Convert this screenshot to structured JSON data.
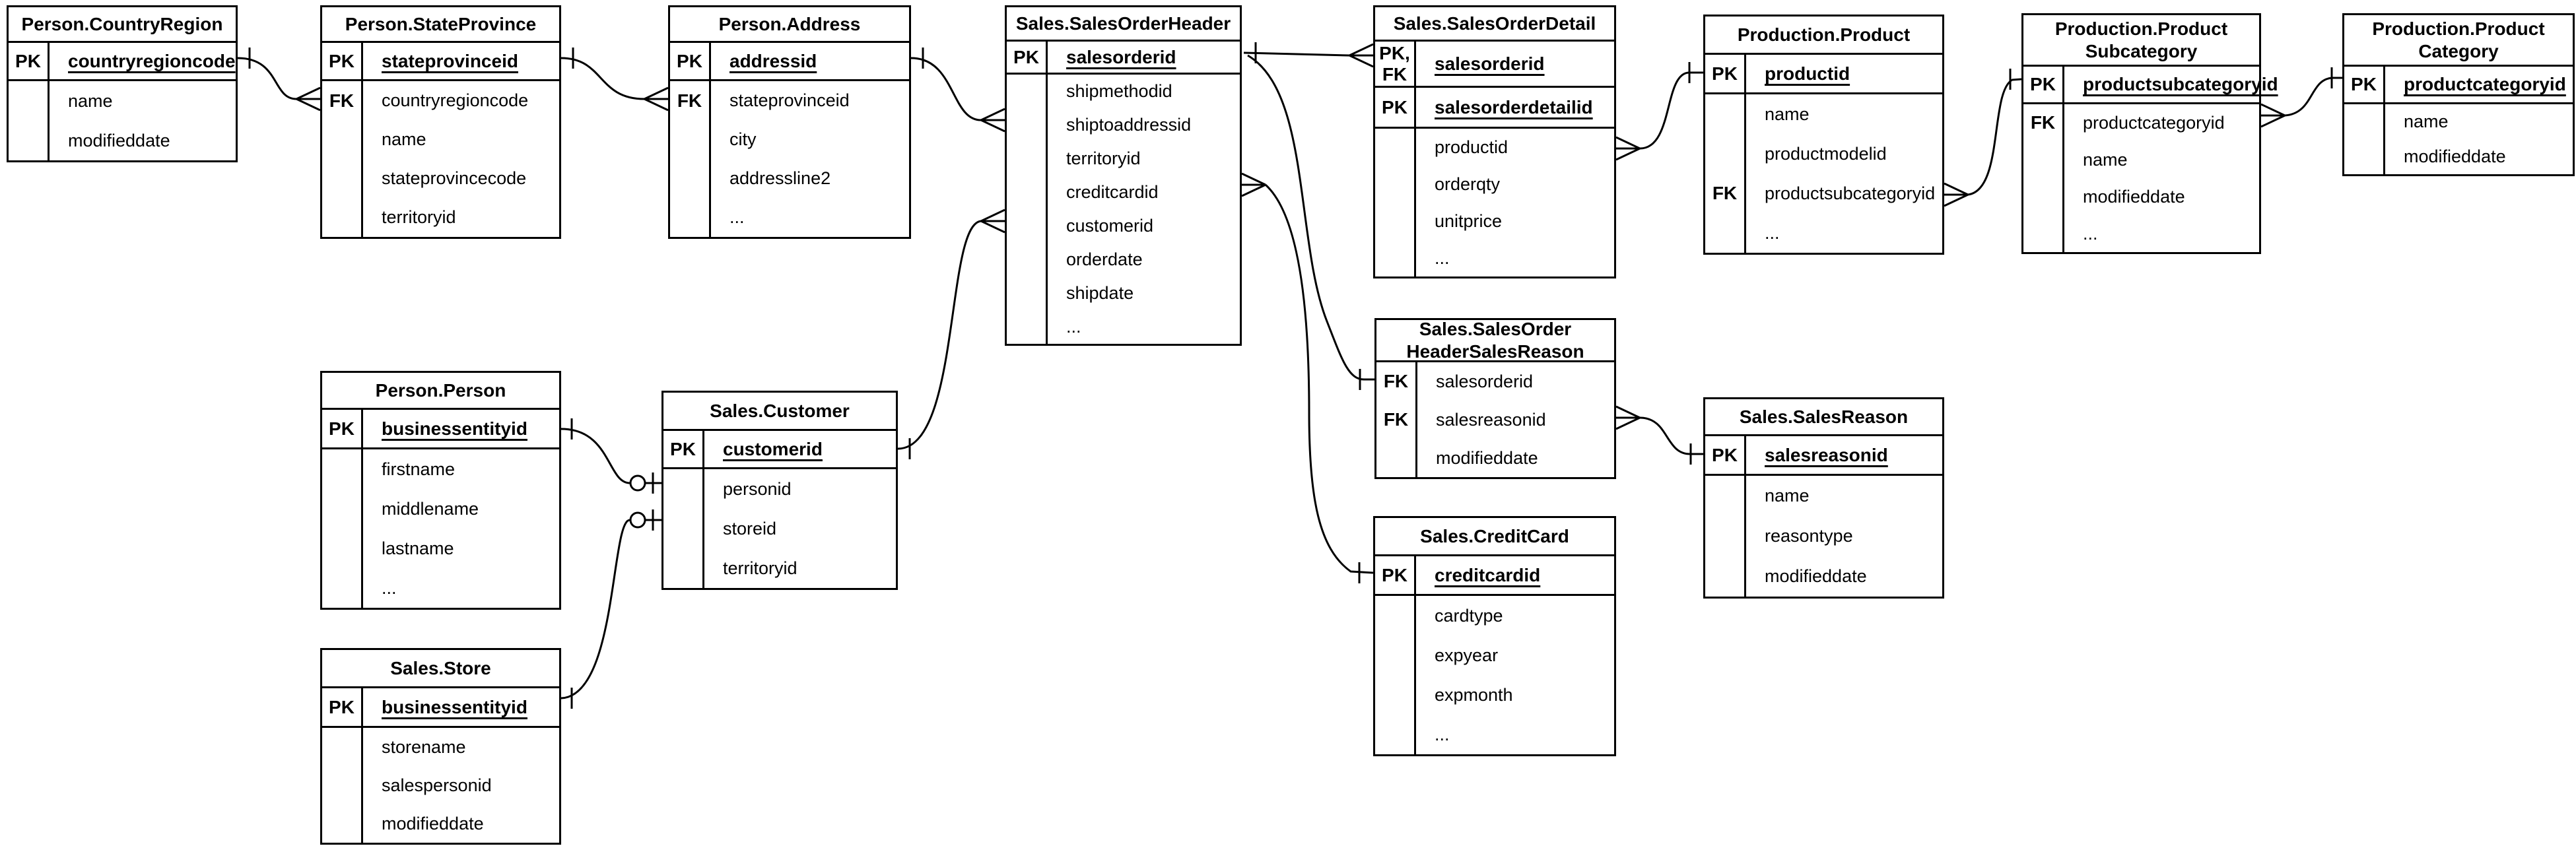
{
  "tables": [
    {
      "id": "country_region",
      "title_lines": [
        "Person.CountryRegion"
      ],
      "pk_rows": [
        {
          "keys": [
            "PK"
          ],
          "field": "countryregioncode"
        }
      ],
      "fields": [
        {
          "key": "",
          "name": "name"
        },
        {
          "key": "",
          "name": "modifieddate"
        }
      ]
    },
    {
      "id": "state_province",
      "title_lines": [
        "Person.StateProvince"
      ],
      "pk_rows": [
        {
          "keys": [
            "PK"
          ],
          "field": "stateprovinceid"
        }
      ],
      "fields": [
        {
          "key": "FK",
          "name": "countryregioncode"
        },
        {
          "key": "",
          "name": "name"
        },
        {
          "key": "",
          "name": "stateprovincecode"
        },
        {
          "key": "",
          "name": "territoryid"
        }
      ]
    },
    {
      "id": "address",
      "title_lines": [
        "Person.Address"
      ],
      "pk_rows": [
        {
          "keys": [
            "PK"
          ],
          "field": "addressid"
        }
      ],
      "fields": [
        {
          "key": "FK",
          "name": "stateprovinceid"
        },
        {
          "key": "",
          "name": "city"
        },
        {
          "key": "",
          "name": "addressline2"
        },
        {
          "key": "",
          "name": "..."
        }
      ]
    },
    {
      "id": "sales_order_header",
      "title_lines": [
        "Sales.SalesOrderHeader"
      ],
      "pk_rows": [
        {
          "keys": [
            "PK"
          ],
          "field": "salesorderid"
        }
      ],
      "fields": [
        {
          "key": "",
          "name": "shipmethodid"
        },
        {
          "key": "",
          "name": "shiptoaddressid"
        },
        {
          "key": "",
          "name": "territoryid"
        },
        {
          "key": "",
          "name": "creditcardid"
        },
        {
          "key": "",
          "name": "customerid"
        },
        {
          "key": "",
          "name": "orderdate"
        },
        {
          "key": "",
          "name": "shipdate"
        },
        {
          "key": "",
          "name": "..."
        }
      ]
    },
    {
      "id": "sales_order_detail",
      "title_lines": [
        "Sales.SalesOrderDetail"
      ],
      "pk_rows": [
        {
          "keys": [
            "PK,",
            "FK"
          ],
          "field": "salesorderid"
        },
        {
          "keys": [
            "PK"
          ],
          "field": "salesorderdetailid"
        }
      ],
      "fields": [
        {
          "key": "",
          "name": "productid"
        },
        {
          "key": "",
          "name": "orderqty"
        },
        {
          "key": "",
          "name": "unitprice"
        },
        {
          "key": "",
          "name": "..."
        }
      ]
    },
    {
      "id": "product",
      "title_lines": [
        "Production.Product"
      ],
      "pk_rows": [
        {
          "keys": [
            "PK"
          ],
          "field": "productid"
        }
      ],
      "fields": [
        {
          "key": "",
          "name": "name"
        },
        {
          "key": "",
          "name": "productmodelid"
        },
        {
          "key": "FK",
          "name": "productsubcategoryid"
        },
        {
          "key": "",
          "name": "..."
        }
      ]
    },
    {
      "id": "product_subcategory",
      "title_lines": [
        "Production.Product",
        "Subcategory"
      ],
      "pk_rows": [
        {
          "keys": [
            "PK"
          ],
          "field": "productsubcategoryid"
        }
      ],
      "fields": [
        {
          "key": "FK",
          "name": "productcategoryid"
        },
        {
          "key": "",
          "name": "name"
        },
        {
          "key": "",
          "name": "modifieddate"
        },
        {
          "key": "",
          "name": "..."
        }
      ]
    },
    {
      "id": "product_category",
      "title_lines": [
        "Production.Product",
        "Category"
      ],
      "pk_rows": [
        {
          "keys": [
            "PK"
          ],
          "field": "productcategoryid"
        }
      ],
      "fields": [
        {
          "key": "",
          "name": "name"
        },
        {
          "key": "",
          "name": "modifieddate"
        }
      ]
    },
    {
      "id": "person",
      "title_lines": [
        "Person.Person"
      ],
      "pk_rows": [
        {
          "keys": [
            "PK"
          ],
          "field": "businessentityid"
        }
      ],
      "fields": [
        {
          "key": "",
          "name": "firstname"
        },
        {
          "key": "",
          "name": "middlename"
        },
        {
          "key": "",
          "name": "lastname"
        },
        {
          "key": "",
          "name": "..."
        }
      ]
    },
    {
      "id": "customer",
      "title_lines": [
        "Sales.Customer"
      ],
      "pk_rows": [
        {
          "keys": [
            "PK"
          ],
          "field": "customerid"
        }
      ],
      "fields": [
        {
          "key": "",
          "name": "personid"
        },
        {
          "key": "",
          "name": "storeid"
        },
        {
          "key": "",
          "name": "territoryid"
        }
      ]
    },
    {
      "id": "soh_sales_reason",
      "title_lines": [
        "Sales.SalesOrder",
        "HeaderSalesReason"
      ],
      "pk_rows": [],
      "fields": [
        {
          "key": "FK",
          "name": "salesorderid"
        },
        {
          "key": "FK",
          "name": "salesreasonid"
        },
        {
          "key": "",
          "name": "modifieddate"
        }
      ]
    },
    {
      "id": "sales_reason",
      "title_lines": [
        "Sales.SalesReason"
      ],
      "pk_rows": [
        {
          "keys": [
            "PK"
          ],
          "field": "salesreasonid"
        }
      ],
      "fields": [
        {
          "key": "",
          "name": "name"
        },
        {
          "key": "",
          "name": "reasontype"
        },
        {
          "key": "",
          "name": "modifieddate"
        }
      ]
    },
    {
      "id": "credit_card",
      "title_lines": [
        "Sales.CreditCard"
      ],
      "pk_rows": [
        {
          "keys": [
            "PK"
          ],
          "field": "creditcardid"
        }
      ],
      "fields": [
        {
          "key": "",
          "name": "cardtype"
        },
        {
          "key": "",
          "name": "expyear"
        },
        {
          "key": "",
          "name": "expmonth"
        },
        {
          "key": "",
          "name": "..."
        }
      ]
    },
    {
      "id": "store",
      "title_lines": [
        "Sales.Store"
      ],
      "pk_rows": [
        {
          "keys": [
            "PK"
          ],
          "field": "businessentityid"
        }
      ],
      "fields": [
        {
          "key": "",
          "name": "storename"
        },
        {
          "key": "",
          "name": "salespersonid"
        },
        {
          "key": "",
          "name": "modifieddate"
        }
      ]
    }
  ],
  "relationships": [
    {
      "from": "Person.CountryRegion.countryregioncode",
      "to": "Person.StateProvince.countryregioncode",
      "from_cardinality": "one",
      "to_cardinality": "many"
    },
    {
      "from": "Person.StateProvince.stateprovinceid",
      "to": "Person.Address.stateprovinceid",
      "from_cardinality": "one",
      "to_cardinality": "many"
    },
    {
      "from": "Person.Address.addressid",
      "to": "Sales.SalesOrderHeader.shiptoaddressid",
      "from_cardinality": "one",
      "to_cardinality": "many"
    },
    {
      "from": "Sales.Customer.customerid",
      "to": "Sales.SalesOrderHeader.customerid",
      "from_cardinality": "one",
      "to_cardinality": "many"
    },
    {
      "from": "Person.Person.businessentityid",
      "to": "Sales.Customer.personid",
      "from_cardinality": "one",
      "to_cardinality": "zero-or-one"
    },
    {
      "from": "Sales.Store.businessentityid",
      "to": "Sales.Customer.storeid",
      "from_cardinality": "one",
      "to_cardinality": "zero-or-one"
    },
    {
      "from": "Sales.SalesOrderHeader.salesorderid",
      "to": "Sales.SalesOrderDetail.salesorderid",
      "from_cardinality": "one",
      "to_cardinality": "many"
    },
    {
      "from": "Sales.SalesOrderHeader.salesorderid",
      "to": "Sales.SalesOrderHeaderSalesReason.salesorderid",
      "from_cardinality": "one",
      "to_cardinality": "one"
    },
    {
      "from": "Sales.CreditCard.creditcardid",
      "to": "Sales.SalesOrderHeader.creditcardid",
      "from_cardinality": "one",
      "to_cardinality": "many"
    },
    {
      "from": "Sales.SalesReason.salesreasonid",
      "to": "Sales.SalesOrderHeaderSalesReason.salesreasonid",
      "from_cardinality": "one",
      "to_cardinality": "many"
    },
    {
      "from": "Production.Product.productid",
      "to": "Sales.SalesOrderDetail.productid",
      "from_cardinality": "one",
      "to_cardinality": "many"
    },
    {
      "from": "Production.ProductSubcategory.productsubcategoryid",
      "to": "Production.Product.productsubcategoryid",
      "from_cardinality": "one",
      "to_cardinality": "many"
    },
    {
      "from": "Production.ProductCategory.productcategoryid",
      "to": "Production.ProductSubcategory.productcategoryid",
      "from_cardinality": "one",
      "to_cardinality": "many"
    }
  ],
  "colors": {
    "line": "#000000",
    "background": "#ffffff",
    "text": "#000000"
  }
}
